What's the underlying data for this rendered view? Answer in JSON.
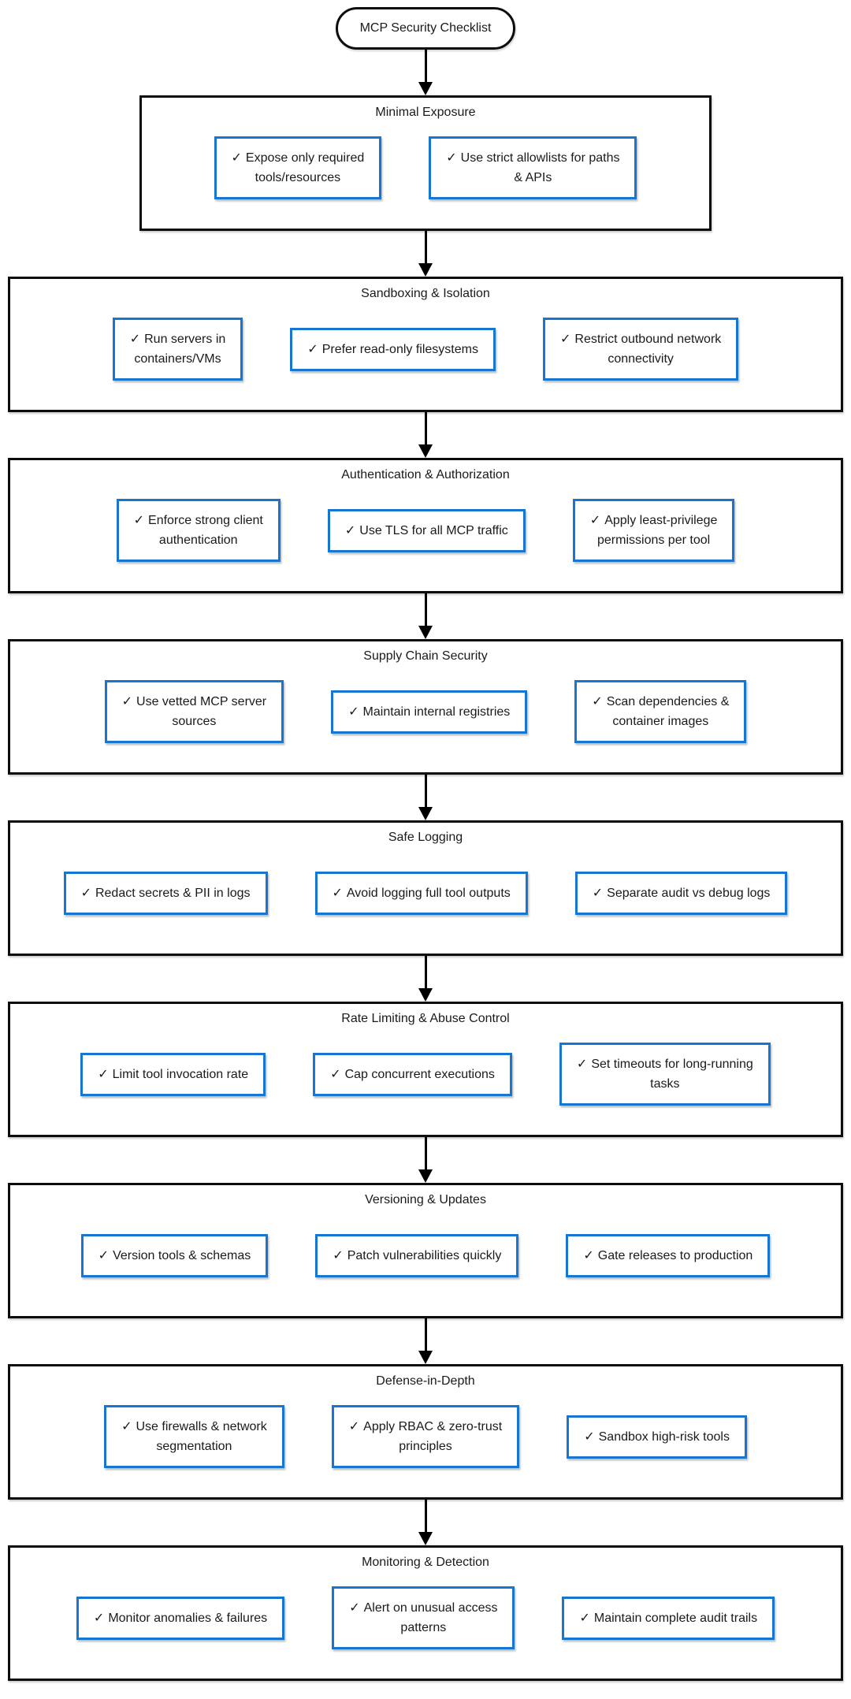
{
  "root": {
    "label": "MCP Security Checklist"
  },
  "glyphs": {
    "check": "✓"
  },
  "colors": {
    "item_border": "#1676d2",
    "section_border": "#0d0d0d",
    "background": "#ffffff",
    "text": "#1a1a1a"
  },
  "sections": [
    {
      "title": "Minimal Exposure",
      "items": [
        {
          "label": "Expose only required\ntools/resources"
        },
        {
          "label": "Use strict allowlists for paths\n& APIs"
        }
      ]
    },
    {
      "title": "Sandboxing & Isolation",
      "items": [
        {
          "label": "Run servers in\ncontainers/VMs"
        },
        {
          "label": "Prefer read-only filesystems"
        },
        {
          "label": "Restrict outbound network\nconnectivity"
        }
      ]
    },
    {
      "title": "Authentication & Authorization",
      "items": [
        {
          "label": "Enforce strong client\nauthentication"
        },
        {
          "label": "Use TLS for all MCP traffic"
        },
        {
          "label": "Apply least-privilege\npermissions per tool"
        }
      ]
    },
    {
      "title": "Supply Chain Security",
      "items": [
        {
          "label": "Use vetted MCP server\nsources"
        },
        {
          "label": "Maintain internal registries"
        },
        {
          "label": "Scan dependencies &\ncontainer images"
        }
      ]
    },
    {
      "title": "Safe Logging",
      "items": [
        {
          "label": "Redact secrets & PII in logs"
        },
        {
          "label": "Avoid logging full tool outputs"
        },
        {
          "label": "Separate audit vs debug logs"
        }
      ]
    },
    {
      "title": "Rate Limiting & Abuse Control",
      "items": [
        {
          "label": "Limit tool invocation rate"
        },
        {
          "label": "Cap concurrent executions"
        },
        {
          "label": "Set timeouts for long-running\ntasks"
        }
      ]
    },
    {
      "title": "Versioning & Updates",
      "items": [
        {
          "label": "Version tools & schemas"
        },
        {
          "label": "Patch vulnerabilities quickly"
        },
        {
          "label": "Gate releases to production"
        }
      ]
    },
    {
      "title": "Defense-in-Depth",
      "items": [
        {
          "label": "Use firewalls & network\nsegmentation"
        },
        {
          "label": "Apply RBAC & zero-trust\nprinciples"
        },
        {
          "label": "Sandbox high-risk tools"
        }
      ]
    },
    {
      "title": "Monitoring & Detection",
      "items": [
        {
          "label": "Monitor anomalies & failures"
        },
        {
          "label": "Alert on unusual access\npatterns"
        },
        {
          "label": "Maintain complete audit trails"
        }
      ]
    }
  ]
}
